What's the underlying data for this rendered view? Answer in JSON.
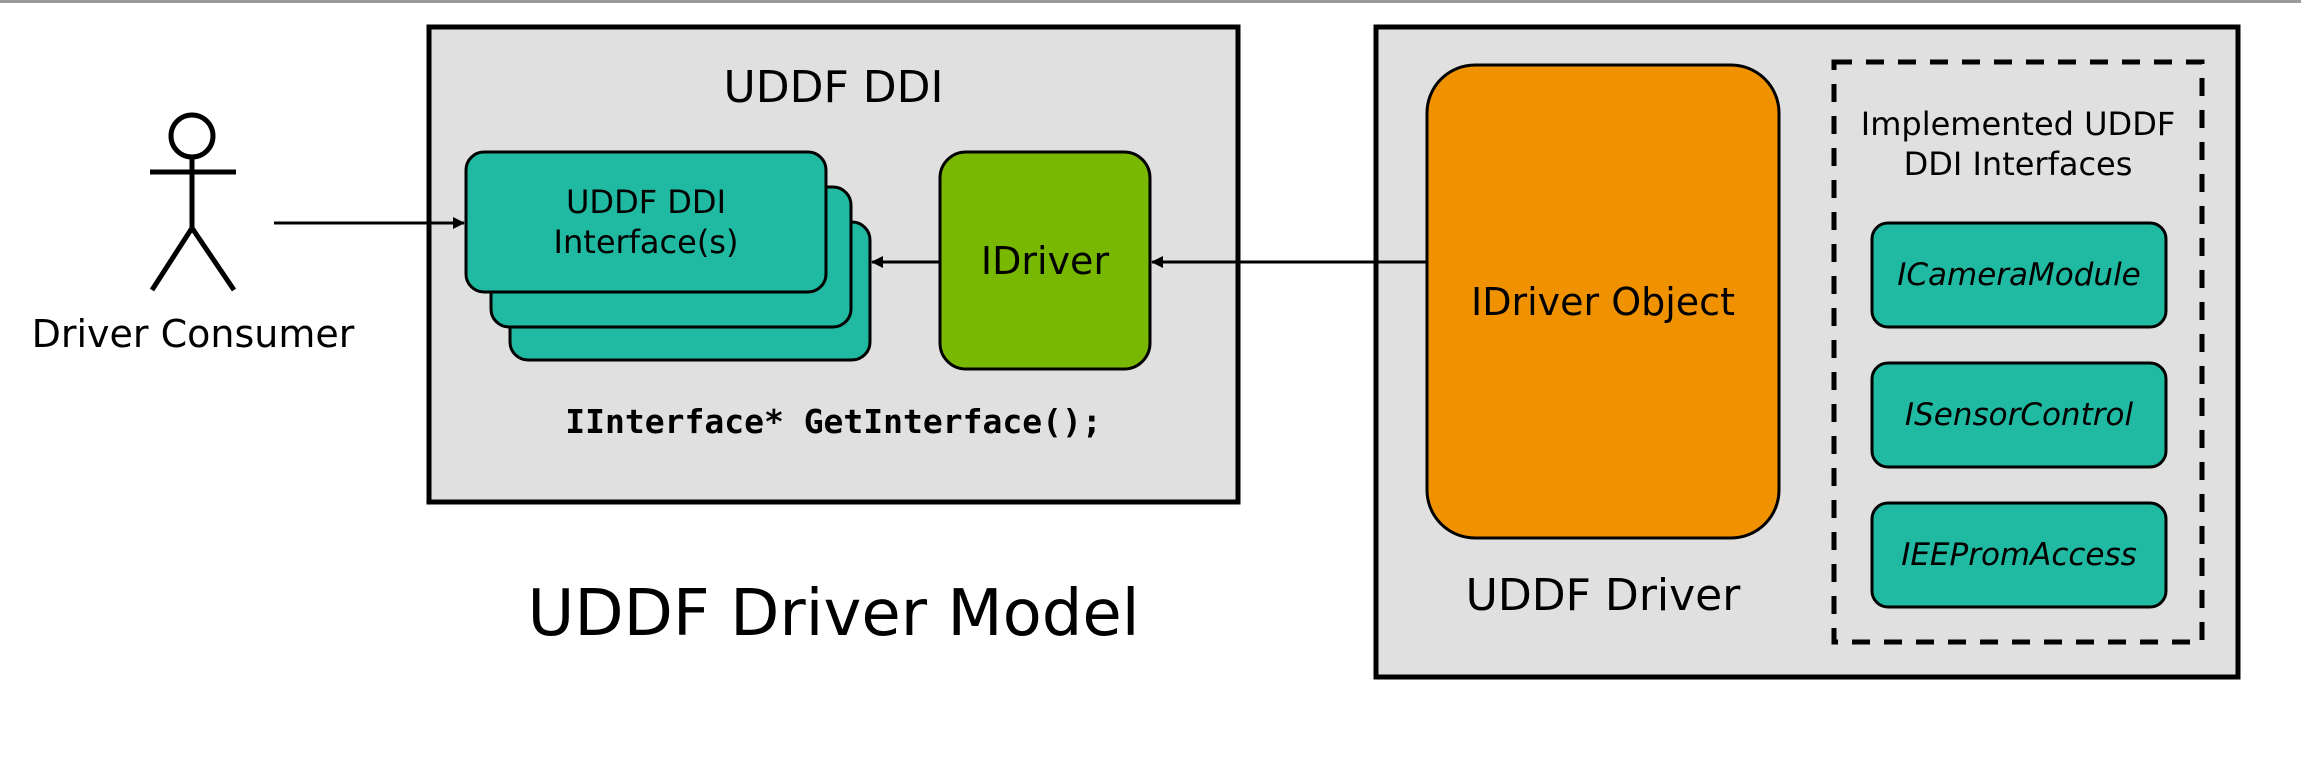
{
  "actor": {
    "label": "Driver Consumer"
  },
  "ddi": {
    "title": "UDDF DDI",
    "interfaces_label": "UDDF DDI\nInterface(s)",
    "idriver_label": "IDriver",
    "code": "IInterface* GetInterface();"
  },
  "model_title": "UDDF Driver Model",
  "driver": {
    "title": "UDDF Driver",
    "object_label": "IDriver Object",
    "implemented": {
      "title": "Implemented UDDF\nDDI Interfaces",
      "items": [
        "ICameraModule",
        "ISensorControl",
        "IEEPromAccess"
      ]
    }
  },
  "colors": {
    "panel": "#e0e0e0",
    "teal": "#20b9a1",
    "green": "#78b800",
    "orange": "#f09200"
  }
}
